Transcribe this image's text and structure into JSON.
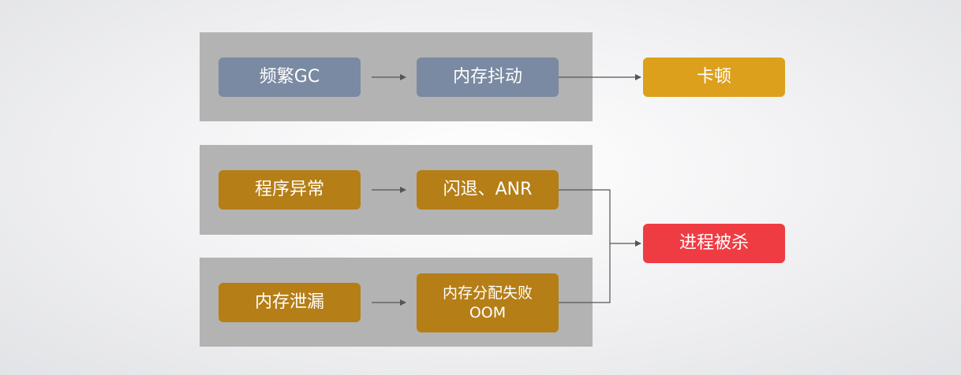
{
  "nodes": {
    "frequent_gc": "频繁GC",
    "memory_thrash": "内存抖动",
    "jank": "卡顿",
    "program_exception": "程序异常",
    "crash_anr": "闪退、ANR",
    "memory_leak": "内存泄漏",
    "oom_line1": "内存分配失败",
    "oom_line2": "OOM",
    "process_killed": "进程被杀"
  },
  "colors": {
    "panel": "#b3b3b3",
    "slate_node": "#7a8aa2",
    "amber_node": "#b57e16",
    "gold_node": "#dca01c",
    "red_node": "#ef3c43",
    "connector": "#555555"
  },
  "edges": [
    [
      "frequent_gc",
      "memory_thrash"
    ],
    [
      "memory_thrash",
      "jank"
    ],
    [
      "program_exception",
      "crash_anr"
    ],
    [
      "crash_anr",
      "process_killed"
    ],
    [
      "memory_leak",
      "oom"
    ],
    [
      "oom",
      "process_killed"
    ]
  ]
}
